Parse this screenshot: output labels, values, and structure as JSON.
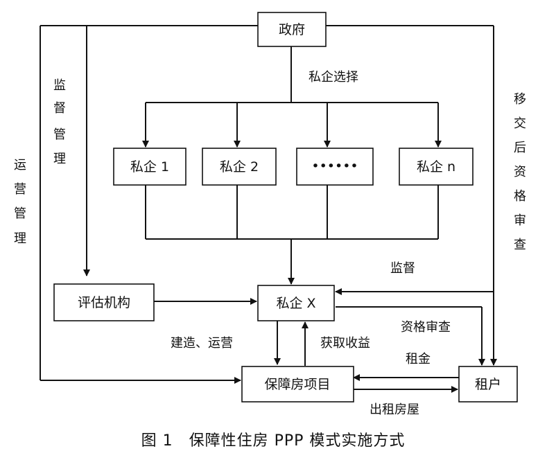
{
  "nodes": {
    "government": "政府",
    "private_1": "私企 1",
    "private_2": "私企 2",
    "private_ellipsis": "••••••",
    "private_n": "私企 n",
    "private_x": "私企 X",
    "assessment_agency": "评估机构",
    "housing_project": "保障房项目",
    "tenant": "租户"
  },
  "labels": {
    "private_selection": "私企选择",
    "supervision_management": [
      "监",
      "督",
      "管",
      "理"
    ],
    "operation_management": [
      "运",
      "营",
      "管",
      "理"
    ],
    "post_transfer_qualification_review": [
      "移",
      "交",
      "后",
      "资",
      "格",
      "审",
      "查"
    ],
    "supervision": "监督",
    "construction_operation": "建造、运营",
    "obtain_revenue": "获取收益",
    "qualification_review": "资格审查",
    "rent": "租金",
    "rent_housing": "出租房屋"
  },
  "caption": "图 1　保障性住房 PPP 模式实施方式"
}
